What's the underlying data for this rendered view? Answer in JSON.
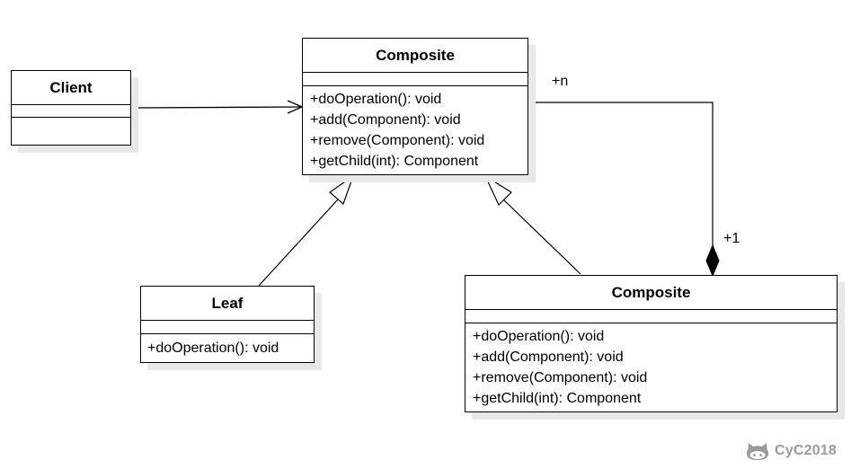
{
  "classes": {
    "client": {
      "name": "Client",
      "operations": []
    },
    "composite_top": {
      "name": "Composite",
      "operations": [
        "+doOperation(): void",
        "+add(Component): void",
        "+remove(Component): void",
        "+getChild(int): Component"
      ]
    },
    "leaf": {
      "name": "Leaf",
      "operations": [
        "+doOperation(): void"
      ]
    },
    "composite_bottom": {
      "name": "Composite",
      "operations": [
        "+doOperation(): void",
        "+add(Component): void",
        "+remove(Component): void",
        "+getChild(int): Component"
      ]
    }
  },
  "multiplicities": {
    "parent_end": "+n",
    "child_end": "+1"
  },
  "watermark": {
    "text": "CyC2018",
    "icon": "github-octocat-icon"
  }
}
